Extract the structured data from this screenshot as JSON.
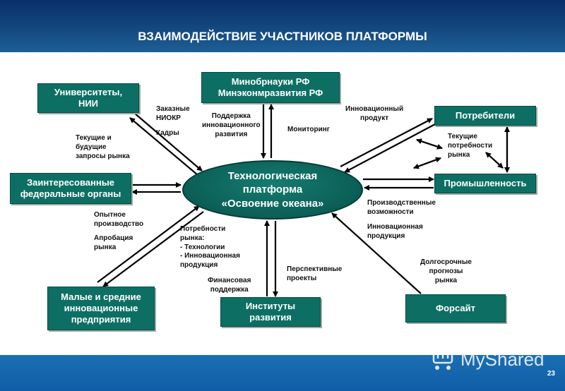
{
  "header": {
    "title": "ВЗАИМОДЕЙСТВИЕ УЧАСТНИКОВ ПЛАТФОРМЫ"
  },
  "center": {
    "text": "Технологическая\nплатформа\n«Освоение океана»"
  },
  "nodes": {
    "universities": "Университеты,\nНИИ",
    "ministries": "Минобрнауки РФ\nМинэконмразвития РФ",
    "consumers": "Потребители",
    "federal": "Заинтересованные\nфедеральные органы",
    "industry": "Промышленность",
    "sme": "Малые и средние\nинновационные\nпредприятия",
    "institutes": "Институты\nразвития",
    "foresight": "Форсайт"
  },
  "labels": {
    "niokr": "Заказные\nНИОКР",
    "kadry": "Кадры",
    "support": "Поддержка\nинновационного\nразвития",
    "monitoring": "Мониторинг",
    "innov_product": "Инновационный\nпродукт",
    "current_future": "Текущие и\nбудущие\nзапросы рынка",
    "current_needs": "Текущие\nпотребности\nрынка",
    "pilot": "Опытное\nпроизводство",
    "approbation": "Апробация\nрынка",
    "market_needs": "Потребности\nрынка:\n- Технологии\n- Инновационная\n  продукция",
    "financial": "Финансовая\nподдержка",
    "prospective": "Перспективные\nпроекты",
    "production_cap": "Производственные\nвозможности",
    "innov_production": "Инновационная\nпродукция",
    "long_term": "Долгосрочные\nпрогнозы\nрынка"
  },
  "footer": {
    "page": "23",
    "watermark": "MyShared"
  },
  "colors": {
    "box": "#0d6f63",
    "header": "#14487f",
    "footer": "#1b6fb4"
  }
}
